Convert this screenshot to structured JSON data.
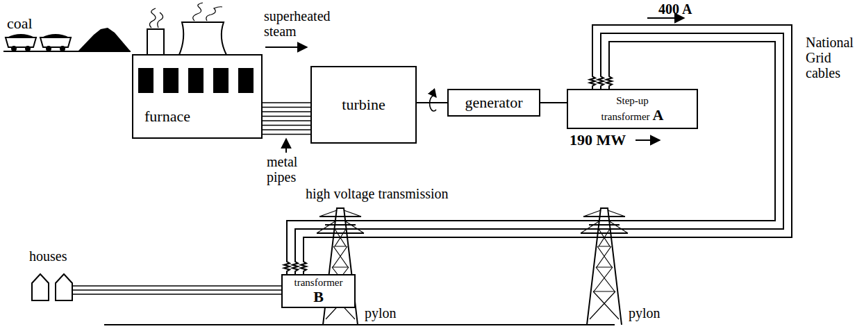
{
  "diagram": {
    "nodes": [
      {
        "text": [
          "furnace"
        ]
      },
      {
        "text": [
          "turbine"
        ]
      },
      {
        "text": [
          "generator"
        ]
      },
      {
        "text": [
          "Step-up transformer",
          "A"
        ]
      },
      {
        "text": [
          "transformer",
          "B"
        ]
      }
    ],
    "edges": [
      {
        "from": 0,
        "to": 1,
        "arrow": "none"
      },
      {
        "from": 1,
        "to": 2,
        "arrow": "none"
      },
      {
        "from": 2,
        "to": 3,
        "arrow": "none"
      },
      {
        "from": 3,
        "to": 4,
        "arrow": "none"
      }
    ],
    "labels": [
      "coal",
      "superheated steam",
      "metal pipes",
      "400 A",
      "190 MW",
      "National Grid cables",
      "high voltage transmission",
      "houses",
      "pylon",
      "pylon"
    ]
  }
}
